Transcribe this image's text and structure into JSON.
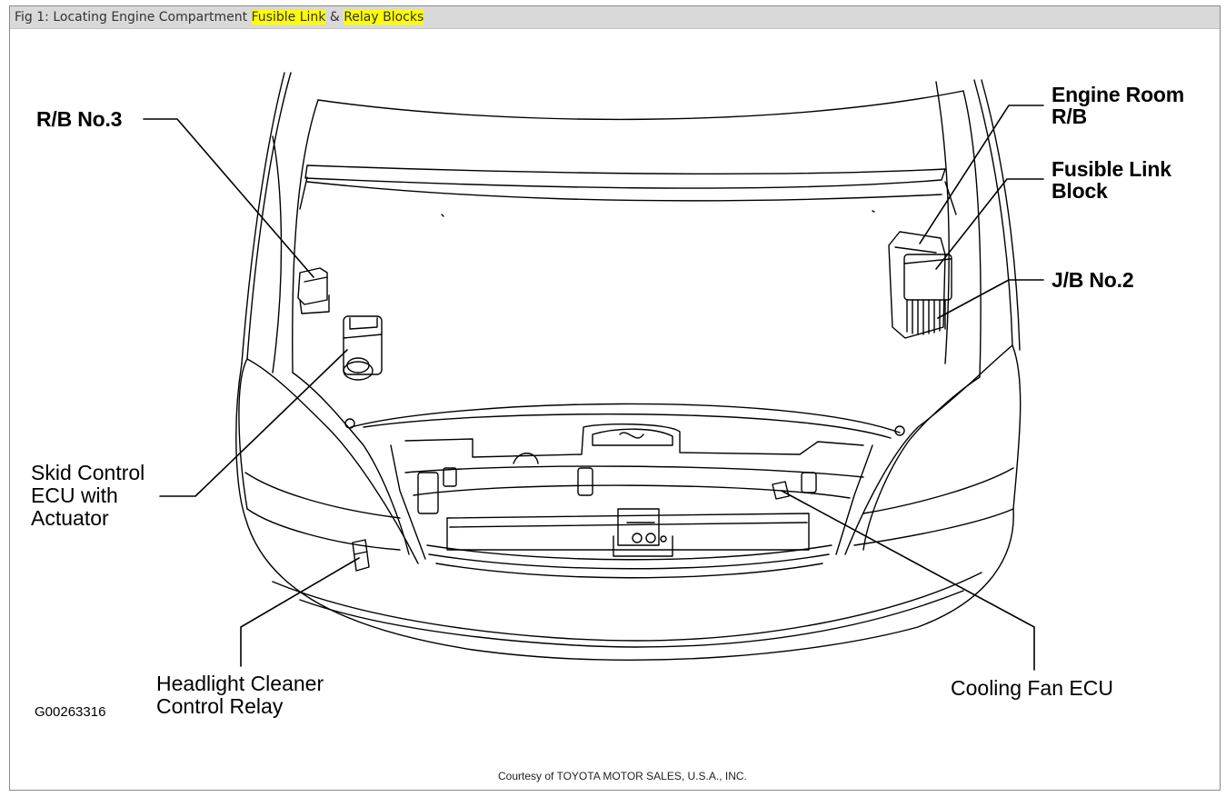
{
  "caption": {
    "prefix": "Fig 1: Locating Engine Compartment ",
    "highlight_1": "Fusible Link",
    "middle": " & ",
    "highlight_2": "Relay Blocks",
    "highlight_color": "#ffff00"
  },
  "labels": {
    "rb_no3": "R/B No.3",
    "engine_room_rb_line1": "Engine Room",
    "engine_room_rb_line2": "R/B",
    "fusible_link_line1": "Fusible Link",
    "fusible_link_line2": "Block",
    "jb_no2": "J/B No.2",
    "skid_control_line1": "Skid Control",
    "skid_control_line2": "ECU with",
    "skid_control_line3": "Actuator",
    "headlight_cleaner_line1": "Headlight Cleaner",
    "headlight_cleaner_line2": "Control Relay",
    "cooling_fan_ecu": "Cooling Fan ECU"
  },
  "figure_code": "G00263316",
  "courtesy": "Courtesy of TOYOTA MOTOR SALES, U.S.A., INC."
}
